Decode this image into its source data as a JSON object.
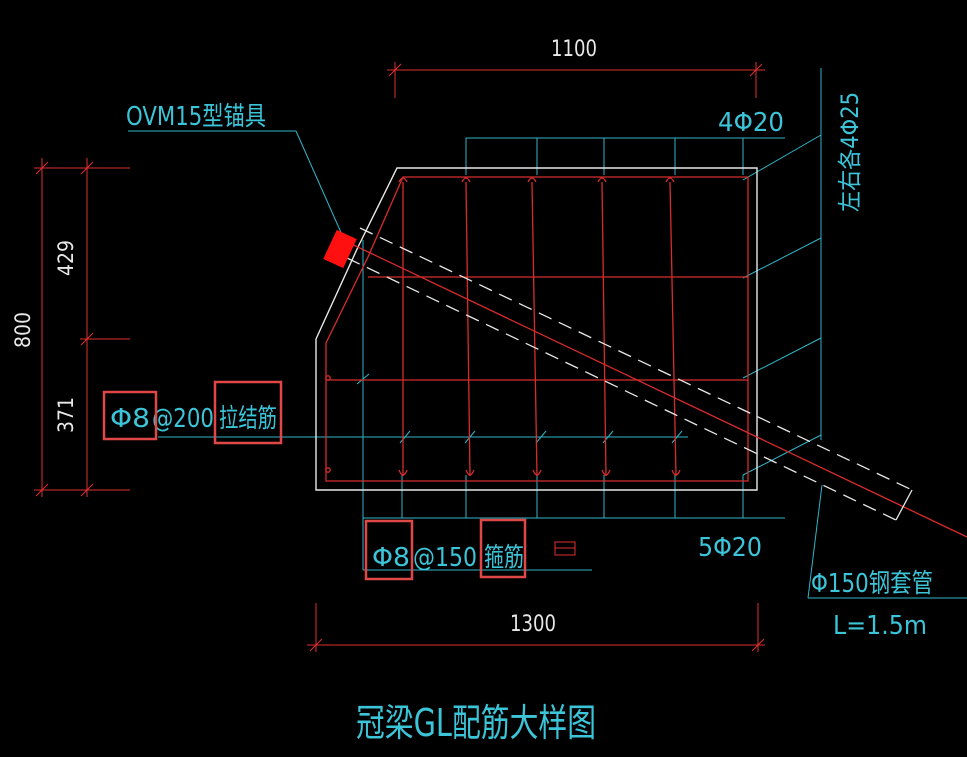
{
  "drawing": {
    "title": "冠梁GL配筋大样图",
    "dimensions": {
      "top_width": "1100",
      "bottom_width": "1300",
      "total_height": "800",
      "upper_height": "429",
      "lower_height": "371"
    },
    "labels": {
      "anchor": "OVM15型锚具",
      "top_rebar": "4Φ20",
      "side_rebar": "左右各4Φ25",
      "tie_spec": "Φ8",
      "tie_spacing": "@200",
      "tie_name": "拉结筋",
      "stirrup_spec": "Φ8",
      "stirrup_spacing": "@150",
      "stirrup_name": "箍筋",
      "bottom_rebar": "5Φ20",
      "sleeve": "Φ150钢套管",
      "sleeve_length": "L=1.5m"
    },
    "highlight_color": "#e04848",
    "colors": {
      "background": "#000000",
      "annotation_cyan": "#3cc4d8",
      "rebar_red": "#d82c2c",
      "outline_white": "#e8e8e8"
    }
  }
}
